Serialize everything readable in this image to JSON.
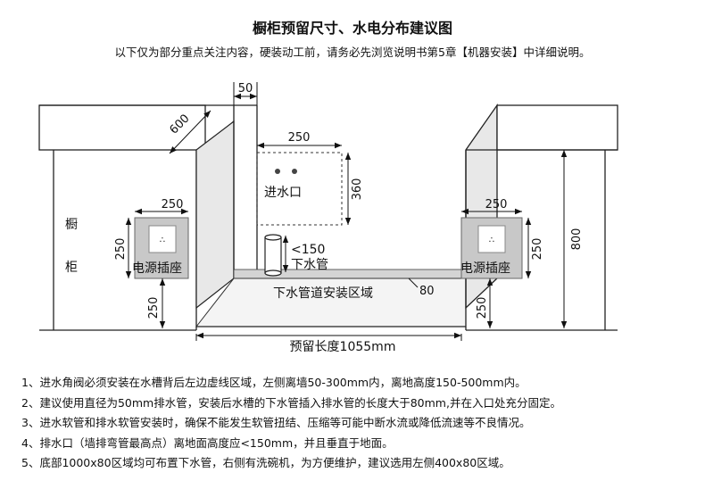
{
  "header": {
    "title": "橱柜预留尺寸、水电分布建议图",
    "subtitle": "以下仅为部分重点关注内容，硬装动工前，请务必先浏览说明书第5章【机器安装】中详细说明。"
  },
  "diagram": {
    "dim_wall_thickness": "50",
    "dim_depth": "600",
    "dim_inlet_width": "250",
    "dim_inlet_height": "360",
    "inlet_label": "进水口",
    "dim_left_socket_width": "250",
    "dim_left_socket_height": "250",
    "dim_left_socket_floor": "250",
    "dim_right_socket_width": "250",
    "dim_right_socket_height": "250",
    "dim_right_socket_floor": "250",
    "socket_label_left": "电源插座",
    "socket_label_right": "电源插座",
    "cabinet_label_1": "橱",
    "cabinet_label_2": "柜",
    "drain_height": "<150",
    "drain_label": "下水管",
    "drain_zone_label": "下水管道安装区域",
    "dim_zone_depth": "80",
    "dim_cabinet_height": "800",
    "reserved_length": "预留长度1055mm"
  },
  "notes": [
    "1、进水角阀必须安装在水槽背后左边虚线区域，左侧离墙50-300mm内，离地高度150-500mm内。",
    "2、建议使用直径为50mm排水管，安装后水槽的下水管插入排水管的长度大于80mm,并在入口处充分固定。",
    "3、进水软管和排水软管安装时，确保不能发生软管扭结、压缩等可能中断水流或降低流速等不良情况。",
    "4、排水口（墙排弯管最高点）离地面高度应<150mm，并且垂直于地面。",
    "5、底部1000x80区域均可布置下水管，右侧有洗碗机，为方便维护，建议选用左侧400x80区域。"
  ]
}
